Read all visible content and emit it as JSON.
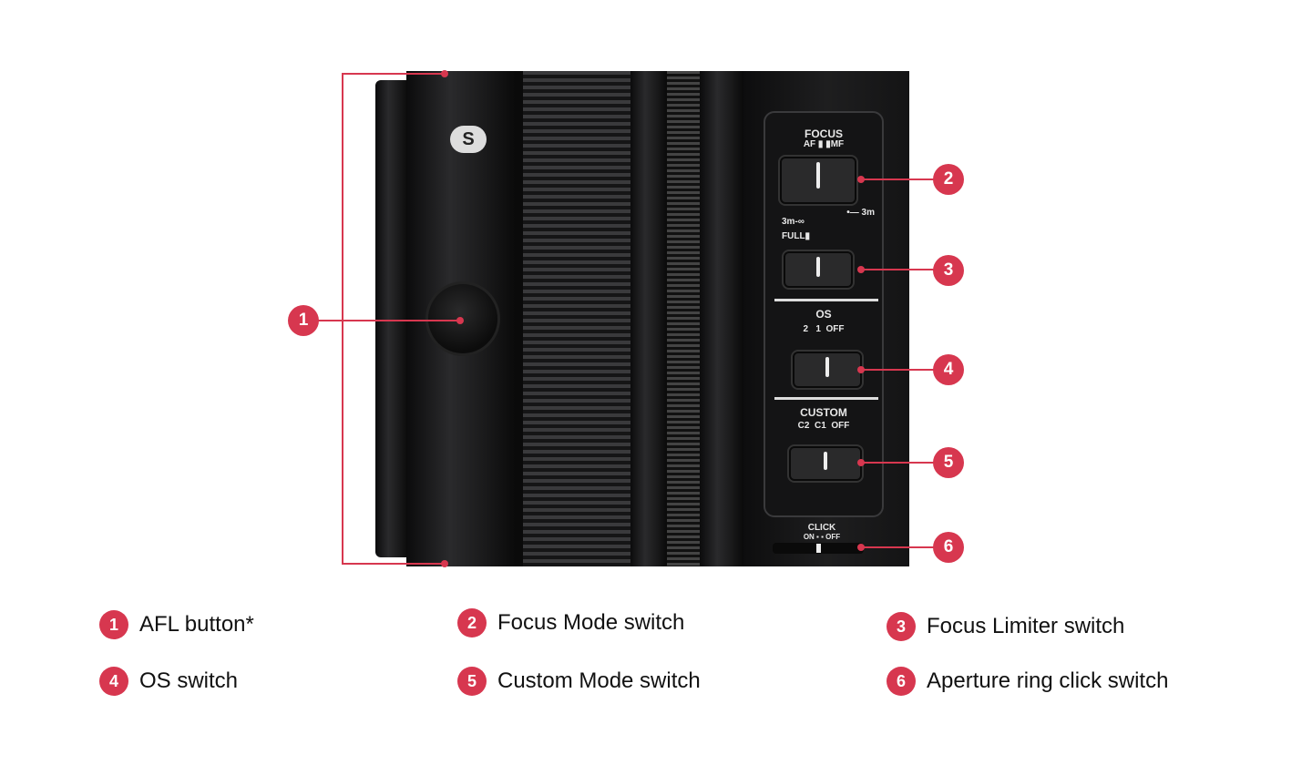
{
  "colors": {
    "accent": "#d7374f",
    "lens_body": "#1a1a1b"
  },
  "lens": {
    "logo": "S",
    "panel": {
      "focus_title": "FOCUS",
      "focus_positions": "AF ▮ ▮MF",
      "limiter_top": "•— 3m",
      "limiter_left_top": "3m-∞",
      "limiter_left_bottom": "FULL▮",
      "os_title": "OS",
      "os_positions": "2   1  OFF",
      "custom_title": "CUSTOM",
      "custom_positions": "C2  C1  OFF",
      "click_title": "CLICK",
      "click_positions": "ON ▪ ▪ OFF"
    }
  },
  "callouts": [
    "1",
    "2",
    "3",
    "4",
    "5",
    "6"
  ],
  "legend": [
    {
      "num": "1",
      "label": "AFL button*"
    },
    {
      "num": "2",
      "label": "Focus Mode switch"
    },
    {
      "num": "3",
      "label": "Focus Limiter switch"
    },
    {
      "num": "4",
      "label": "OS switch"
    },
    {
      "num": "5",
      "label": "Custom Mode switch"
    },
    {
      "num": "6",
      "label": "Aperture ring click switch"
    }
  ]
}
